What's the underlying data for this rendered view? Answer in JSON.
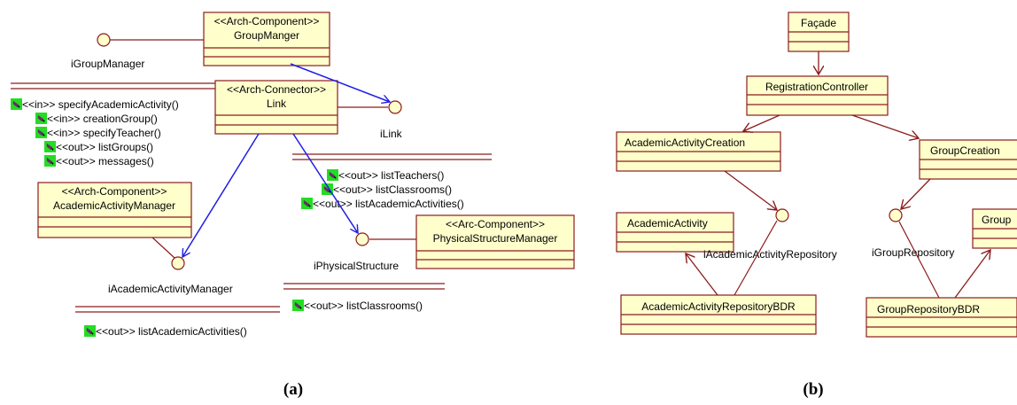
{
  "colors": {
    "box_fill": "#ffffcc",
    "box_stroke": "#8b1c1c",
    "dependency_arrow": "#1f1fe6",
    "operation_marker": "#22dd22"
  },
  "panel_a": {
    "caption": "(a)",
    "components": {
      "group_manager": {
        "stereotype": "<<Arch-Component>>",
        "name": "GroupManger"
      },
      "link": {
        "stereotype": "<<Arch-Connector>>",
        "name": "Link"
      },
      "academic_activity_manager": {
        "stereotype": "<<Arch-Component>>",
        "name": "AcademicActivityManager"
      },
      "physical_structure_manager": {
        "stereotype": "<<Arc-Component>>",
        "name": "PhysicalStructureManager"
      }
    },
    "interfaces": {
      "igroup_manager": "iGroupManager",
      "ilink": "iLink",
      "iacademic_activity_manager": "iAcademicActivityManager",
      "iphysical_structure": "iPhysicalStructure"
    },
    "link_operations": [
      "<<in>> specifyAcademicActivity()",
      "<<in>> creationGroup()",
      "<<in>> specifyTeacher()",
      "<<out>> listGroups()",
      "<<out>> messages()"
    ],
    "physical_operations": [
      "<<out>> listTeachers()",
      "<<out>> listClassrooms()",
      "<<out>> listAcademicActivities()"
    ],
    "bottom_operations": {
      "list_classrooms": "<<out>> listClassrooms()",
      "list_academic_activities": "<<out>> listAcademicActivities()"
    }
  },
  "panel_b": {
    "caption": "(b)",
    "classes": {
      "facade": "Façade",
      "registration_controller": "RegistrationController",
      "academic_activity_creation": "AcademicActivityCreation",
      "group_creation": "GroupCreation",
      "academic_activity": "AcademicActivity",
      "group": "Group",
      "academic_activity_repository_bdr": "AcademicActivityRepositoryBDR",
      "group_repository_bdr": "GroupRepositoryBDR"
    },
    "interfaces": {
      "iacademic_activity_repository": "iAcademicActivityRepository",
      "igroup_repository": "iGroupRepository"
    }
  }
}
